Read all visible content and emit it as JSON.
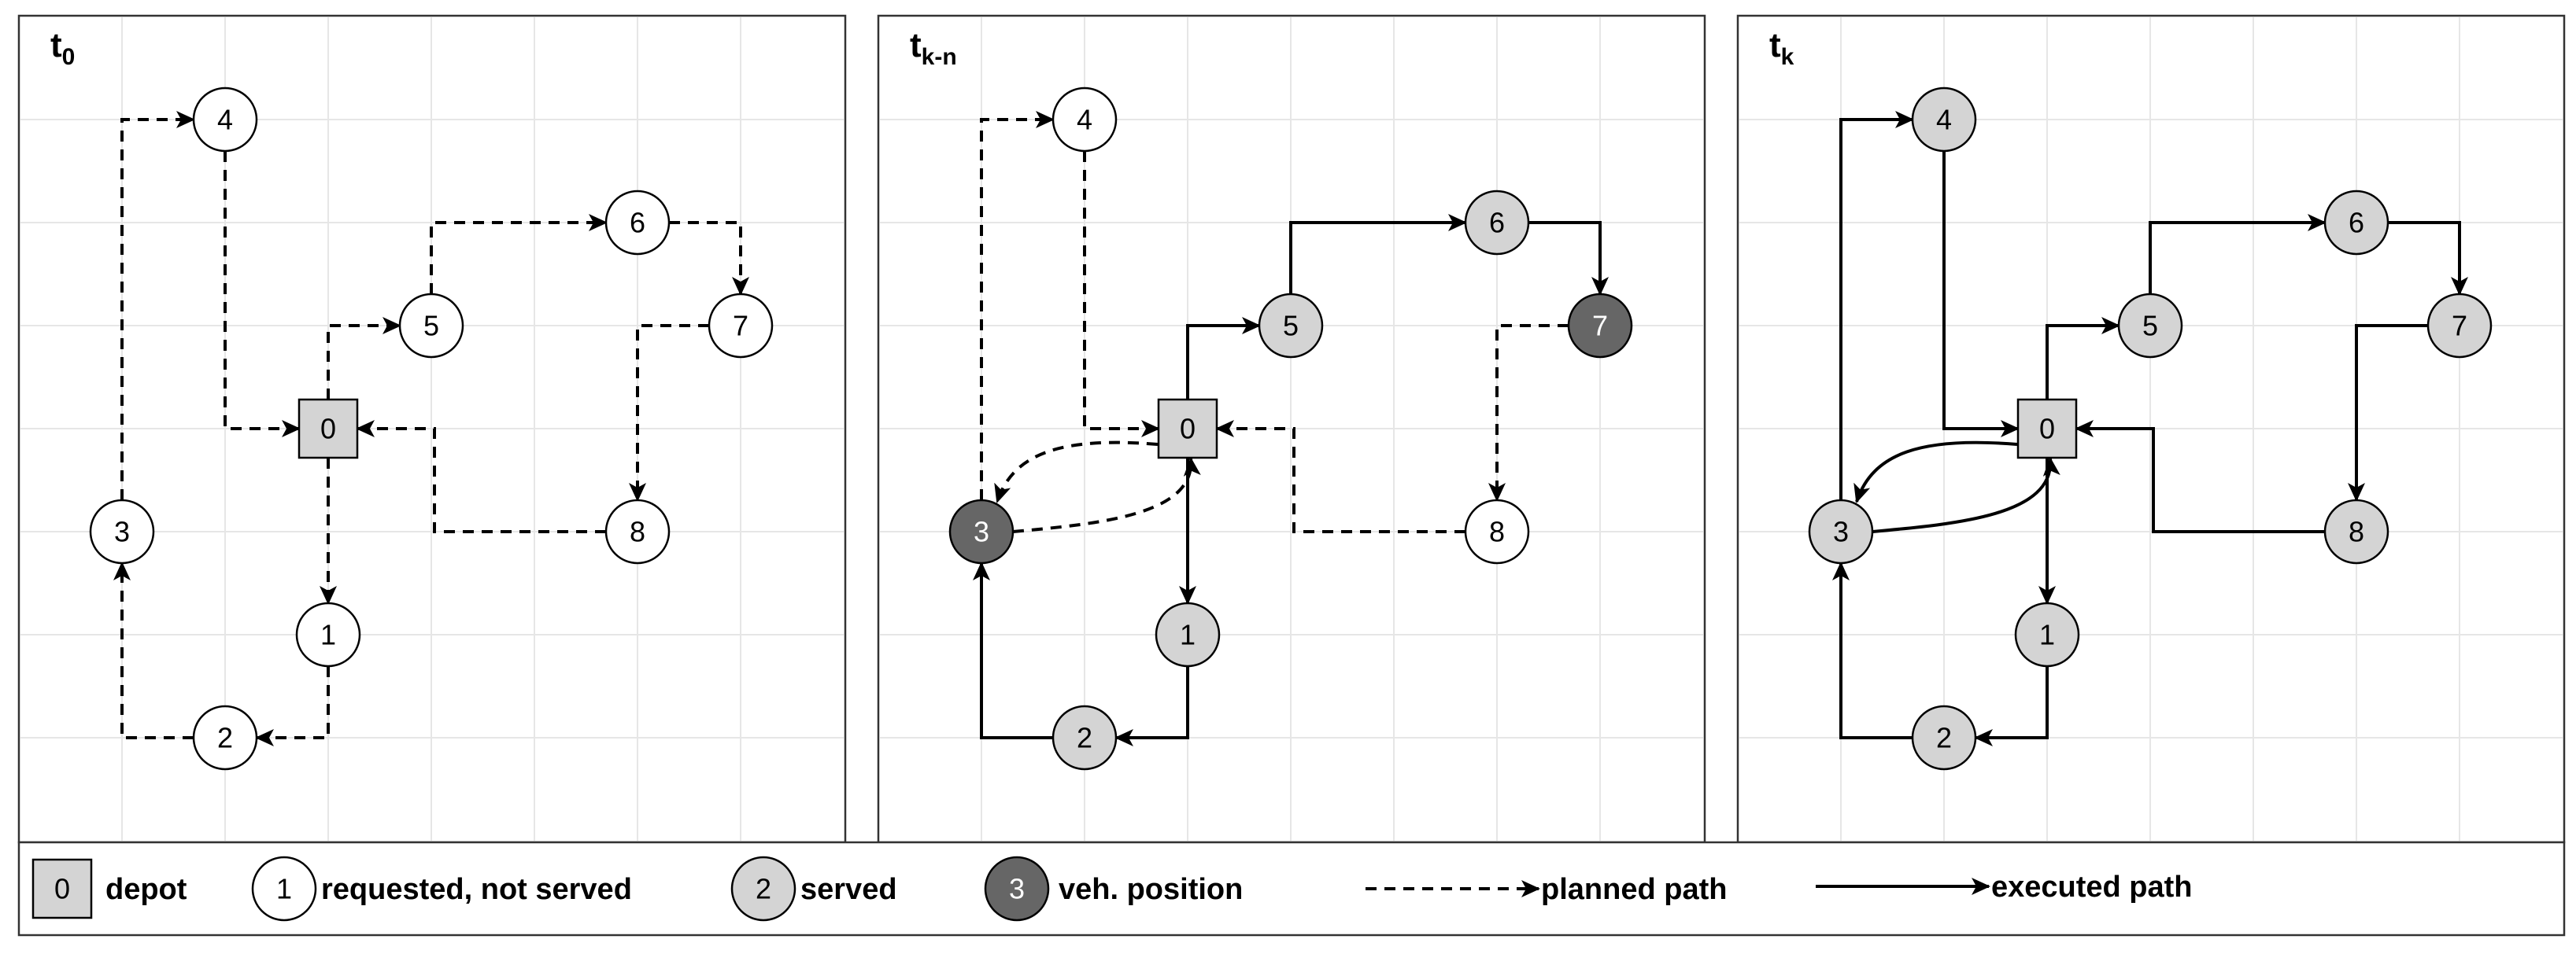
{
  "colors": {
    "unserved": "#ffffff",
    "served": "#d4d4d4",
    "vehicle": "#666666",
    "depot": "#d4d4d4"
  },
  "panels": [
    {
      "title_main": "t",
      "title_sub": "0",
      "nodes": [
        {
          "id": "0",
          "status": "depot"
        },
        {
          "id": "1",
          "status": "unserved"
        },
        {
          "id": "2",
          "status": "unserved"
        },
        {
          "id": "3",
          "status": "unserved"
        },
        {
          "id": "4",
          "status": "unserved"
        },
        {
          "id": "5",
          "status": "unserved"
        },
        {
          "id": "6",
          "status": "unserved"
        },
        {
          "id": "7",
          "status": "unserved"
        },
        {
          "id": "8",
          "status": "unserved"
        }
      ],
      "edges": [
        {
          "from": "0",
          "to": "1",
          "type": "planned"
        },
        {
          "from": "1",
          "to": "2",
          "type": "planned"
        },
        {
          "from": "2",
          "to": "3",
          "type": "planned"
        },
        {
          "from": "3",
          "to": "4",
          "type": "planned"
        },
        {
          "from": "4",
          "to": "0",
          "type": "planned"
        },
        {
          "from": "0",
          "to": "5",
          "type": "planned"
        },
        {
          "from": "5",
          "to": "6",
          "type": "planned"
        },
        {
          "from": "6",
          "to": "7",
          "type": "planned"
        },
        {
          "from": "7",
          "to": "8",
          "type": "planned"
        },
        {
          "from": "8",
          "to": "0",
          "type": "planned"
        }
      ]
    },
    {
      "title_main": "t",
      "title_sub": "k-n",
      "nodes": [
        {
          "id": "0",
          "status": "depot"
        },
        {
          "id": "1",
          "status": "served"
        },
        {
          "id": "2",
          "status": "served"
        },
        {
          "id": "3",
          "status": "vehicle"
        },
        {
          "id": "4",
          "status": "unserved"
        },
        {
          "id": "5",
          "status": "served"
        },
        {
          "id": "6",
          "status": "served"
        },
        {
          "id": "7",
          "status": "vehicle"
        },
        {
          "id": "8",
          "status": "unserved"
        }
      ],
      "edges": [
        {
          "from": "0",
          "to": "1",
          "type": "executed"
        },
        {
          "from": "1",
          "to": "2",
          "type": "executed"
        },
        {
          "from": "2",
          "to": "3",
          "type": "executed"
        },
        {
          "from": "3",
          "to": "0",
          "type": "planned"
        },
        {
          "from": "0",
          "to": "3",
          "type": "planned"
        },
        {
          "from": "3",
          "to": "4",
          "type": "planned"
        },
        {
          "from": "4",
          "to": "0",
          "type": "planned"
        },
        {
          "from": "0",
          "to": "5",
          "type": "executed"
        },
        {
          "from": "5",
          "to": "6",
          "type": "executed"
        },
        {
          "from": "6",
          "to": "7",
          "type": "executed"
        },
        {
          "from": "7",
          "to": "8",
          "type": "planned"
        },
        {
          "from": "8",
          "to": "0",
          "type": "planned"
        }
      ]
    },
    {
      "title_main": "t",
      "title_sub": "k",
      "nodes": [
        {
          "id": "0",
          "status": "depot"
        },
        {
          "id": "1",
          "status": "served"
        },
        {
          "id": "2",
          "status": "served"
        },
        {
          "id": "3",
          "status": "served"
        },
        {
          "id": "4",
          "status": "served"
        },
        {
          "id": "5",
          "status": "served"
        },
        {
          "id": "6",
          "status": "served"
        },
        {
          "id": "7",
          "status": "served"
        },
        {
          "id": "8",
          "status": "served"
        }
      ],
      "edges": [
        {
          "from": "0",
          "to": "1",
          "type": "executed"
        },
        {
          "from": "1",
          "to": "2",
          "type": "executed"
        },
        {
          "from": "2",
          "to": "3",
          "type": "executed"
        },
        {
          "from": "3",
          "to": "0",
          "type": "executed"
        },
        {
          "from": "0",
          "to": "3",
          "type": "executed"
        },
        {
          "from": "3",
          "to": "4",
          "type": "executed"
        },
        {
          "from": "4",
          "to": "0",
          "type": "executed"
        },
        {
          "from": "0",
          "to": "5",
          "type": "executed"
        },
        {
          "from": "5",
          "to": "6",
          "type": "executed"
        },
        {
          "from": "6",
          "to": "7",
          "type": "executed"
        },
        {
          "from": "7",
          "to": "8",
          "type": "executed"
        },
        {
          "from": "8",
          "to": "0",
          "type": "executed"
        }
      ]
    }
  ],
  "legend": {
    "depot": {
      "symbol": "0",
      "label": "depot"
    },
    "unserved": {
      "symbol": "1",
      "label": "requested, not served"
    },
    "served": {
      "symbol": "2",
      "label": "served"
    },
    "vehicle": {
      "symbol": "3",
      "label": "veh. position"
    },
    "planned": {
      "label": "planned path"
    },
    "executed": {
      "label": "executed path"
    }
  }
}
